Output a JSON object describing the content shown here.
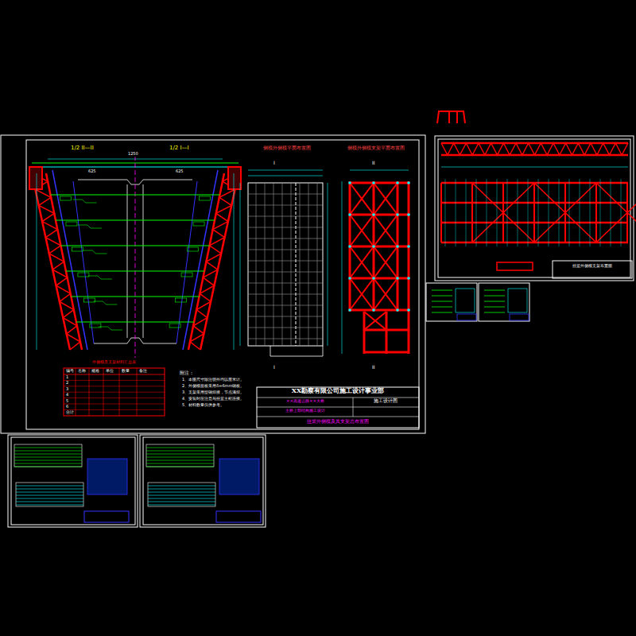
{
  "diagram": {
    "nodes": [
      {
        "text": [
          "XX勘察有限公司施工设计事业部"
        ]
      },
      {
        "text": [
          "××高速公路××大桥"
        ],
        "in": 0
      },
      {
        "text": [
          "主桥上部结构施工设计"
        ],
        "in": 0
      },
      {
        "text": [
          "施工设计图"
        ],
        "in": 0
      },
      {
        "text": [
          "挂篮外侧模及其支架总布置图"
        ],
        "in": 0
      },
      {
        "text": [
          "外侧模及支架材料汇总表"
        ]
      },
      {
        "text": [
          "挂篮外侧模支架布置图"
        ]
      }
    ],
    "labels": [
      "1/2 II—II",
      "1/2 I—I",
      "侧模外侧模平面布置图",
      "侧模外侧模支架平面布置图",
      "1250",
      "625",
      "625",
      "编号",
      "名称",
      "规格",
      "单位",
      "数量",
      "备注",
      "1",
      "2",
      "3",
      "4",
      "5",
      "6",
      "合计",
      "附注：",
      "1、本图尺寸除注明外均以厘米计。",
      "2、外侧模面板采用δ=6mm钢板。",
      "3、支架采用型钢焊接，节点满焊。",
      "4、安装时应注意与挂篮主桁连接。",
      "5、材料数量仅供参考。",
      "I",
      "I",
      "II",
      "II"
    ]
  }
}
